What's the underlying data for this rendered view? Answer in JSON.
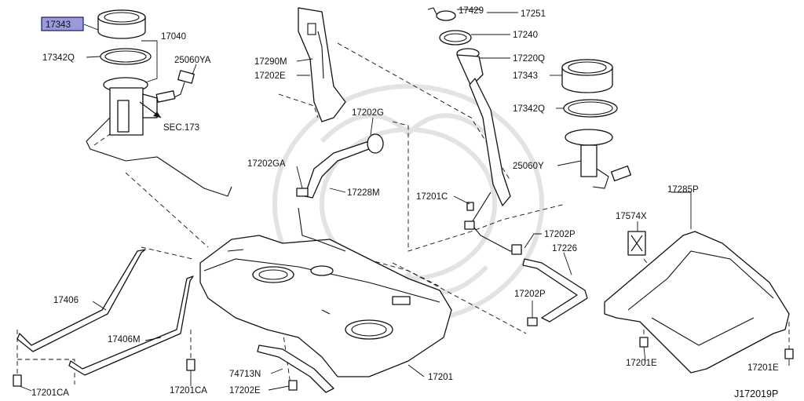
{
  "diagram_ref": "J172019P",
  "highlighted": "17343",
  "labels": {
    "p17343_a": "17343",
    "p17040": "17040",
    "p17342q_a": "17342Q",
    "p25060ya": "25060YA",
    "sec173": "SEC.173",
    "p17290m": "17290M",
    "p17202e_a": "17202E",
    "p17202g": "17202G",
    "p17202ga": "17202GA",
    "p17228m": "17228M",
    "p17429": "17429",
    "p17251": "17251",
    "p17240": "17240",
    "p17220q": "17220Q",
    "p17343_b": "17343",
    "p17342q_b": "17342Q",
    "p25060y": "25060Y",
    "p17201c": "17201C",
    "p17202p_a": "17202P",
    "p17226": "17226",
    "p17202p_b": "17202P",
    "p17285p": "17285P",
    "p17574x": "17574X",
    "p17406": "17406",
    "p17406m": "17406M",
    "p17201ca_a": "17201CA",
    "p17201ca_b": "17201CA",
    "p74713n": "74713N",
    "p17202e_b": "17202E",
    "p17201": "17201",
    "p17201e_a": "17201E",
    "p17201e_b": "17201E"
  }
}
